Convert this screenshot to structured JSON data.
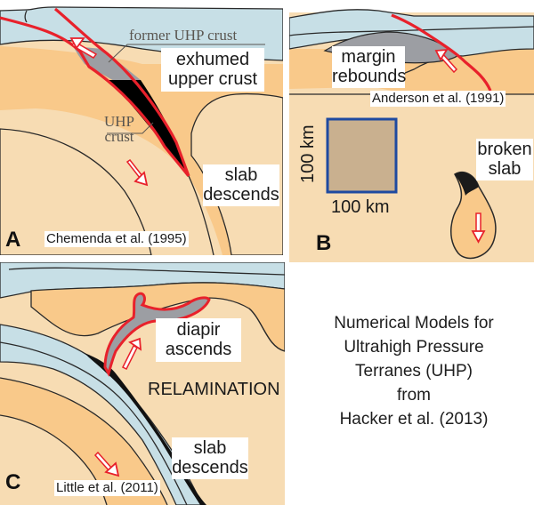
{
  "colors": {
    "mantle_dark": "#f9c98a",
    "mantle_pale": "#f7dcb3",
    "crust_blue": "#c7dfe6",
    "uhp_gray": "#9c9ea3",
    "fault_red": "#e8212b",
    "scale_box_fill": "#c9b08f",
    "scale_box_border": "#1f4aa0"
  },
  "panel_a": {
    "letter": "A",
    "labels": {
      "former_uhp_crust": "former UHP crust",
      "exhumed_line1": "exhumed",
      "exhumed_line2": "upper crust",
      "uhp_line1": "UHP",
      "uhp_line2": "crust",
      "slab_line1": "slab",
      "slab_line2": "descends"
    },
    "citation": "Chemenda et al. (1995)"
  },
  "panel_b": {
    "letter": "B",
    "labels": {
      "margin_line1": "margin",
      "margin_line2": "rebounds",
      "broken_line1": "broken",
      "broken_line2": "slab"
    },
    "citation": "Anderson et al. (1991)",
    "scale": {
      "vertical": "100 km",
      "horizontal": "100 km"
    }
  },
  "panel_c": {
    "letter": "C",
    "labels": {
      "diapir_line1": "diapir",
      "diapir_line2": "ascends",
      "relamination": "RELAMINATION",
      "slab_line1": "slab",
      "slab_line2": "descends"
    },
    "citation": "Little et al. (2011)"
  },
  "caption": {
    "lines": [
      "Numerical Models for",
      "Ultrahigh Pressure",
      "Terranes (UHP)",
      "from",
      "Hacker et al. (2013)"
    ]
  }
}
